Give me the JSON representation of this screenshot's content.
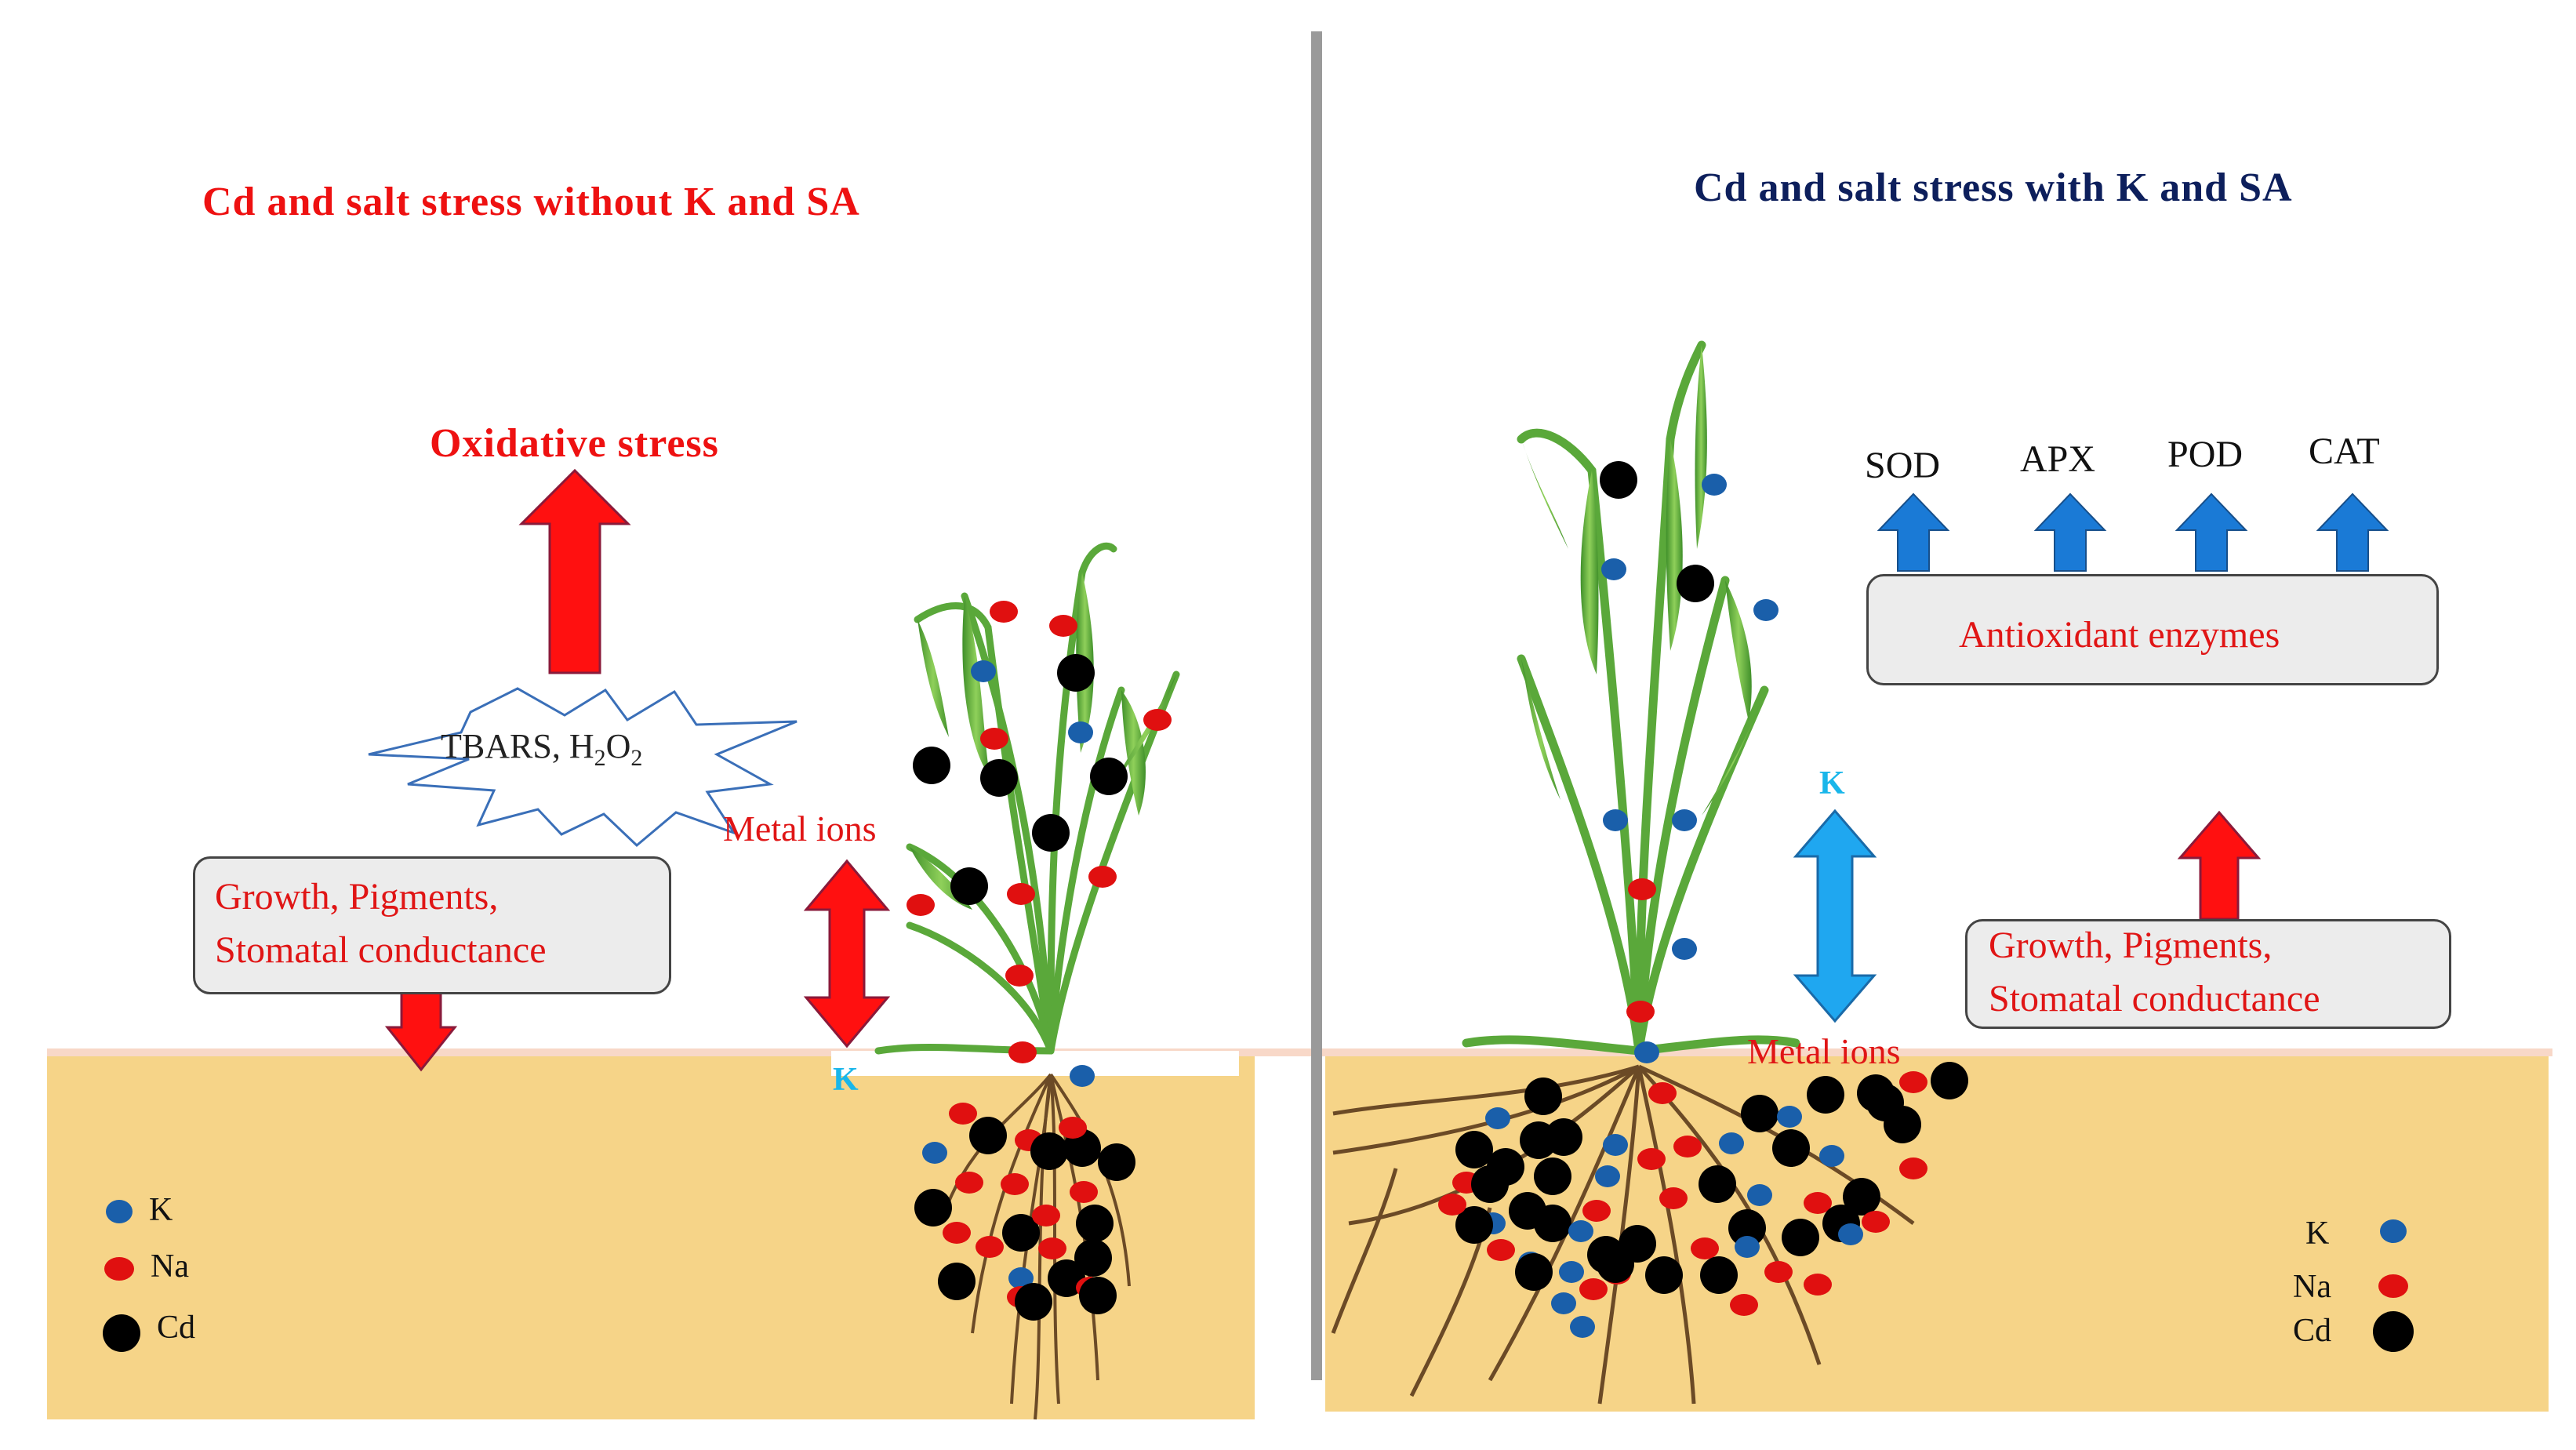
{
  "left_panel": {
    "title": "Cd and salt stress without K and SA",
    "oxidative_stress": "Oxidative stress",
    "burst_text": "TBARS, H",
    "burst_sub1": "2",
    "burst_mid": "O",
    "burst_sub2": "2",
    "growth_box": {
      "line1": "Growth, Pigments,",
      "line2": "Stomatal conductance"
    },
    "metal_ions": "Metal ions",
    "k_label": "K",
    "legend": {
      "k": "K",
      "na": "Na",
      "cd": "Cd"
    }
  },
  "right_panel": {
    "title": "Cd and salt stress with K and SA",
    "enzymes": [
      "SOD",
      "APX",
      "POD",
      "CAT"
    ],
    "antioxidant_box": "Antioxidant enzymes",
    "growth_box": {
      "line1": "Growth, Pigments,",
      "line2": "Stomatal conductance"
    },
    "metal_ions": "Metal ions",
    "k_label": "K",
    "legend": {
      "k": "K",
      "na": "Na",
      "cd": "Cd"
    }
  },
  "colors": {
    "red_text": "#ee1111",
    "navy_title": "#0d1f5c",
    "k_ion": "#1a5faa",
    "na_ion": "#e01010",
    "cd_ion": "#000000",
    "soil": "#f6d488",
    "arrow_red": "#ff1010",
    "arrow_blue": "#1a7ad6",
    "arrow_cyan": "#1fa7f0",
    "plant_green": "#5aa83a"
  }
}
